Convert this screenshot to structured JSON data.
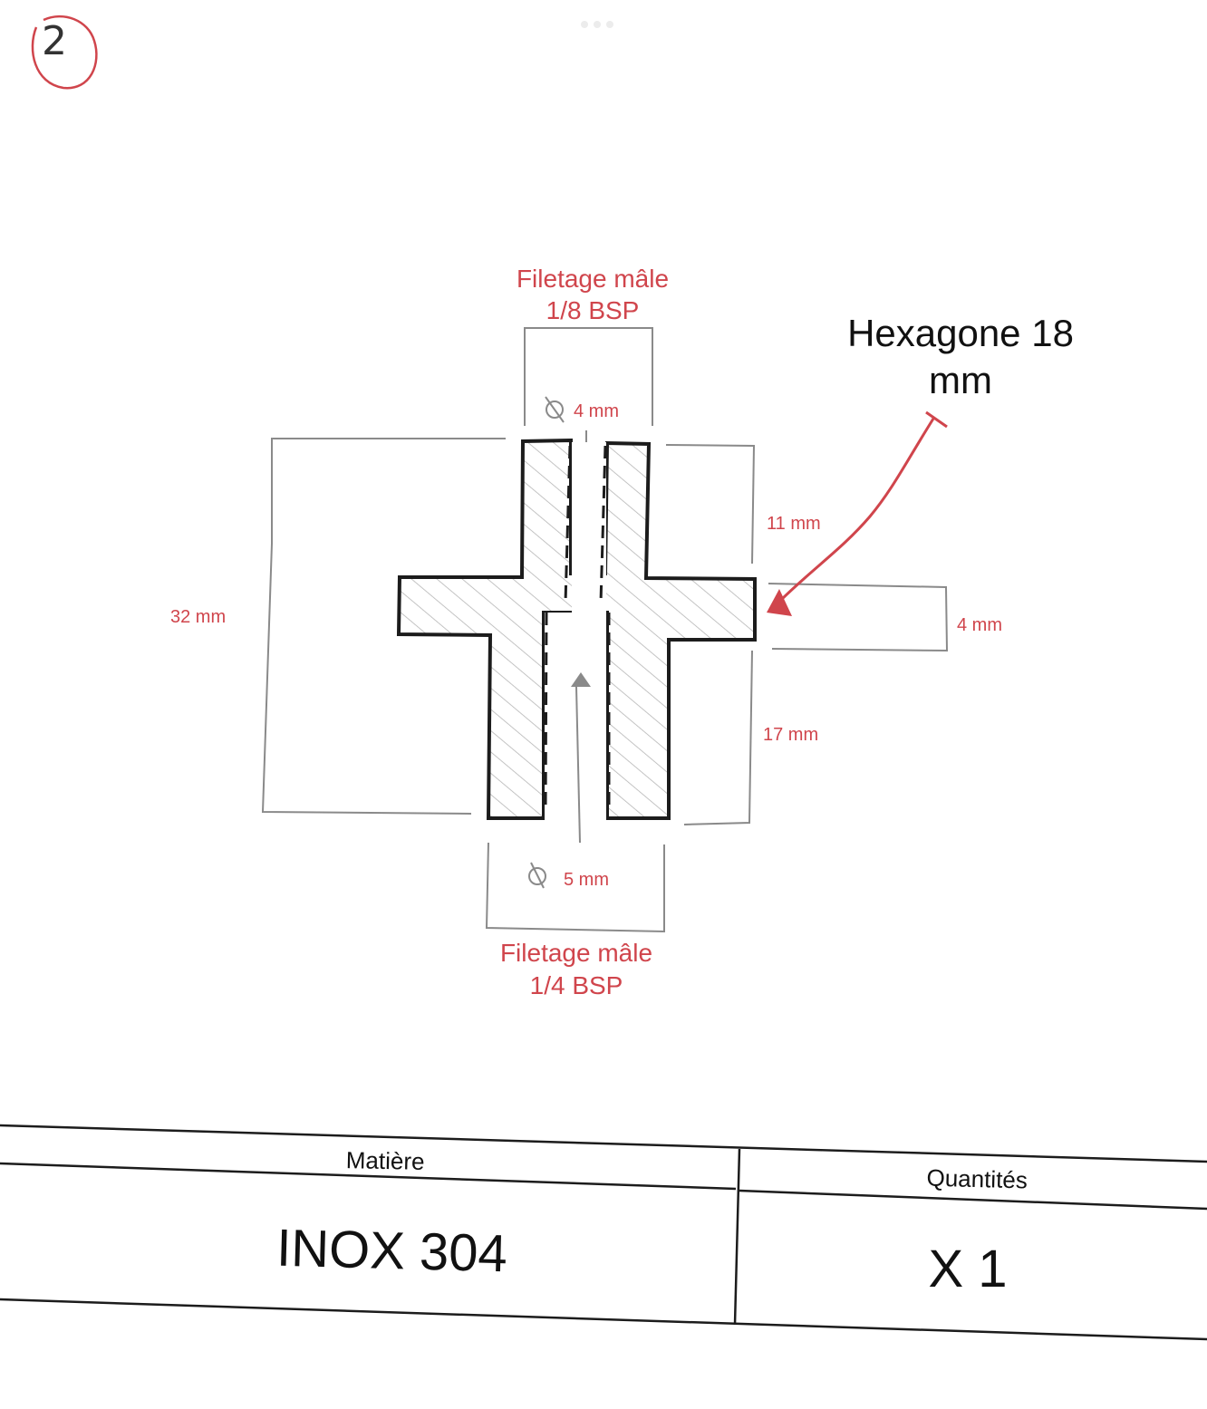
{
  "page_number": "2",
  "labels": {
    "thread_top_line1": "Filetage mâle",
    "thread_top_line2": "1/8 BSP",
    "thread_bottom_line1": "Filetage mâle",
    "thread_bottom_line2": "1/4 BSP",
    "hexagon_line1": "Hexagone 18",
    "hexagon_line2": "mm",
    "dim_top_bore": "4 mm",
    "dim_bottom_bore": "5 mm",
    "dim_total_height": "32 mm",
    "dim_upper_length": "11 mm",
    "dim_lower_length": "17 mm",
    "dim_hex_thickness": "4 mm"
  },
  "table": {
    "material_header": "Matière",
    "material_value": "INOX 304",
    "quantity_header": "Quantités",
    "quantity_value": "X 1"
  },
  "colors": {
    "annotation": "#d0454c",
    "line": "#1c1c1c",
    "dimension": "#8a8a8a"
  }
}
